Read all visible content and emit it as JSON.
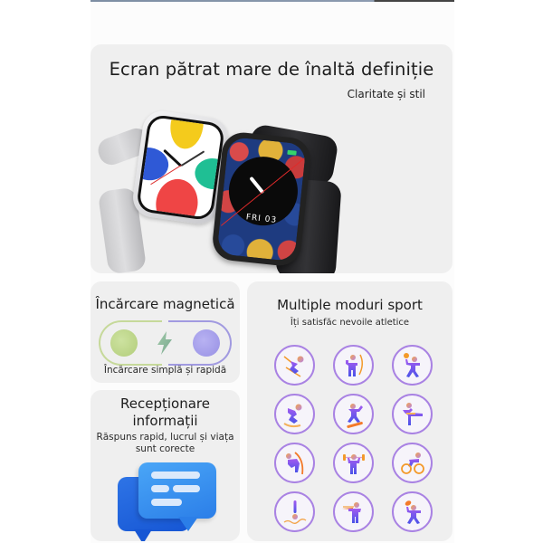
{
  "hero": {
    "title": "Ecran pătrat mare de înaltă definiție",
    "subtitle": "Claritate și stil",
    "watch_date": "FRI 03"
  },
  "charging": {
    "title": "Încărcare magnetică",
    "subtitle": "Încărcare simplă și rapidă",
    "icon": "lightning-bolt-icon"
  },
  "messages": {
    "title": "Recepționare informații",
    "subtitle": "Răspuns rapid, lucrul și viața sunt corecte",
    "icon": "chat-bubbles-icon"
  },
  "sports": {
    "title": "Multiple moduri sport",
    "subtitle": "Îți satisfăc nevoile atletice",
    "modes": [
      {
        "name": "skiing",
        "icon": "skiing-icon"
      },
      {
        "name": "archery",
        "icon": "archery-icon"
      },
      {
        "name": "volleyball",
        "icon": "volleyball-icon"
      },
      {
        "name": "snowboarding",
        "icon": "snowboarding-icon"
      },
      {
        "name": "skateboarding",
        "icon": "skateboarding-icon"
      },
      {
        "name": "martial-arts",
        "icon": "martial-arts-icon"
      },
      {
        "name": "pole-vault",
        "icon": "pole-vault-icon"
      },
      {
        "name": "weightlifting",
        "icon": "weightlifting-icon"
      },
      {
        "name": "cycling",
        "icon": "cycling-icon"
      },
      {
        "name": "gymnastics-ribbon",
        "icon": "gymnastics-ribbon-icon"
      },
      {
        "name": "javelin",
        "icon": "javelin-icon"
      },
      {
        "name": "rugby",
        "icon": "rugby-icon"
      }
    ]
  },
  "colors": {
    "card_bg": "#efefef",
    "sport_ring": "#a982e3",
    "figure_gradient_top": "#a35cf0",
    "figure_gradient_bottom": "#4a53e8",
    "accent_orange": "#f39a2a",
    "charge_green": "#b2cd7a",
    "charge_purple": "#9790e4",
    "chat_blue": "#2b7ee8"
  }
}
